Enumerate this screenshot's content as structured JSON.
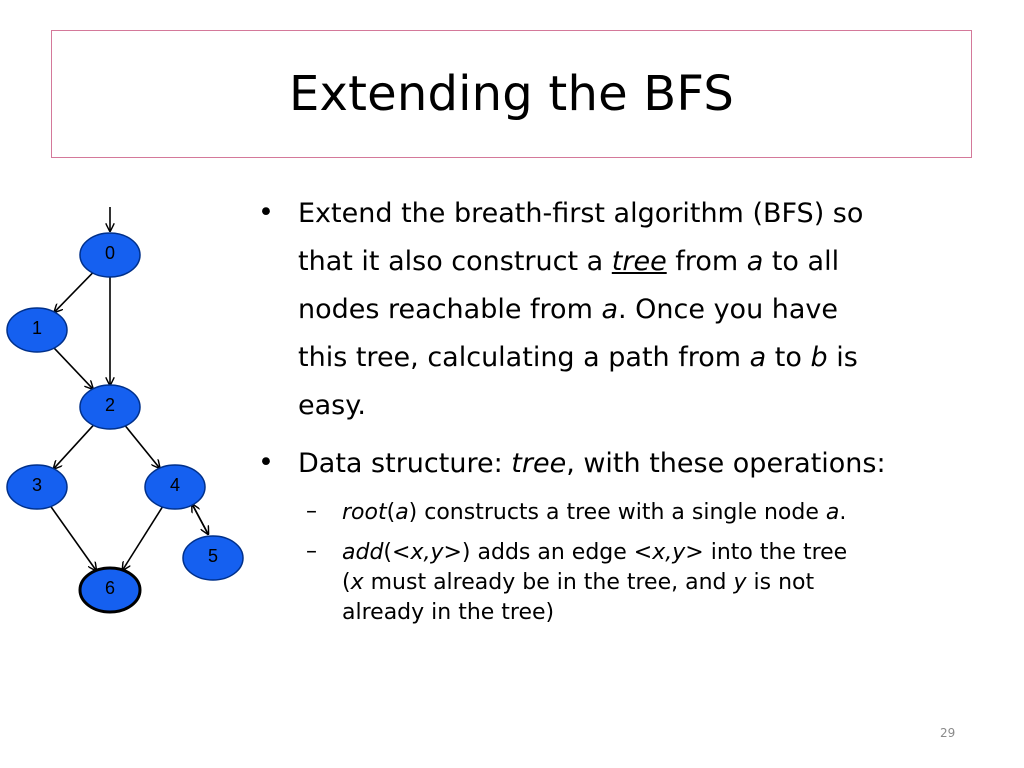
{
  "title": "Extending the BFS",
  "graph": {
    "nodes": [
      {
        "id": "0",
        "label": "0"
      },
      {
        "id": "1",
        "label": "1"
      },
      {
        "id": "2",
        "label": "2"
      },
      {
        "id": "3",
        "label": "3"
      },
      {
        "id": "4",
        "label": "4"
      },
      {
        "id": "5",
        "label": "5"
      },
      {
        "id": "6",
        "label": "6"
      }
    ],
    "edges": [
      [
        "0",
        "1"
      ],
      [
        "0",
        "2"
      ],
      [
        "1",
        "2"
      ],
      [
        "2",
        "3"
      ],
      [
        "2",
        "4"
      ],
      [
        "3",
        "6"
      ],
      [
        "4",
        "6"
      ],
      [
        "4",
        "5"
      ],
      [
        "5",
        "4"
      ]
    ],
    "start_node": "0",
    "colors": {
      "node_fill": "#1560f0",
      "node_stroke": "#00308a",
      "edge": "#000000"
    }
  },
  "bullets": {
    "b1": {
      "l1": "Extend the breath-first algorithm (BFS) so",
      "l2a": "that it also construct a ",
      "l2b": "tree",
      "l2c": " from ",
      "l2d": "a",
      "l2e": " to all",
      "l3a": "nodes reachable from ",
      "l3b": "a",
      "l3c": ". Once you have",
      "l4a": "this tree, calculating a path from ",
      "l4b": "a",
      "l4c": " to ",
      "l4d": "b",
      "l4e": " is",
      "l5": "easy."
    },
    "b2": {
      "a": "Data structure: ",
      "b": "tree",
      "c": ", with these operations:"
    },
    "s1": {
      "a": "root",
      "b": "(",
      "c": "a",
      "d": ") constructs a tree with a single node ",
      "e": "a",
      "f": "."
    },
    "s2": {
      "a": "add",
      "b": "(<",
      "c": "x,y",
      "d": ">) adds an edge <",
      "e": "x,y",
      "f": "> into the tree",
      "g": "(",
      "h": "x",
      "i": " must already be in the tree, and ",
      "j": "y",
      "k": " is not",
      "l": "already in the tree)"
    },
    "bullet_char": "•",
    "dash_char": "–"
  },
  "page_number": "29"
}
